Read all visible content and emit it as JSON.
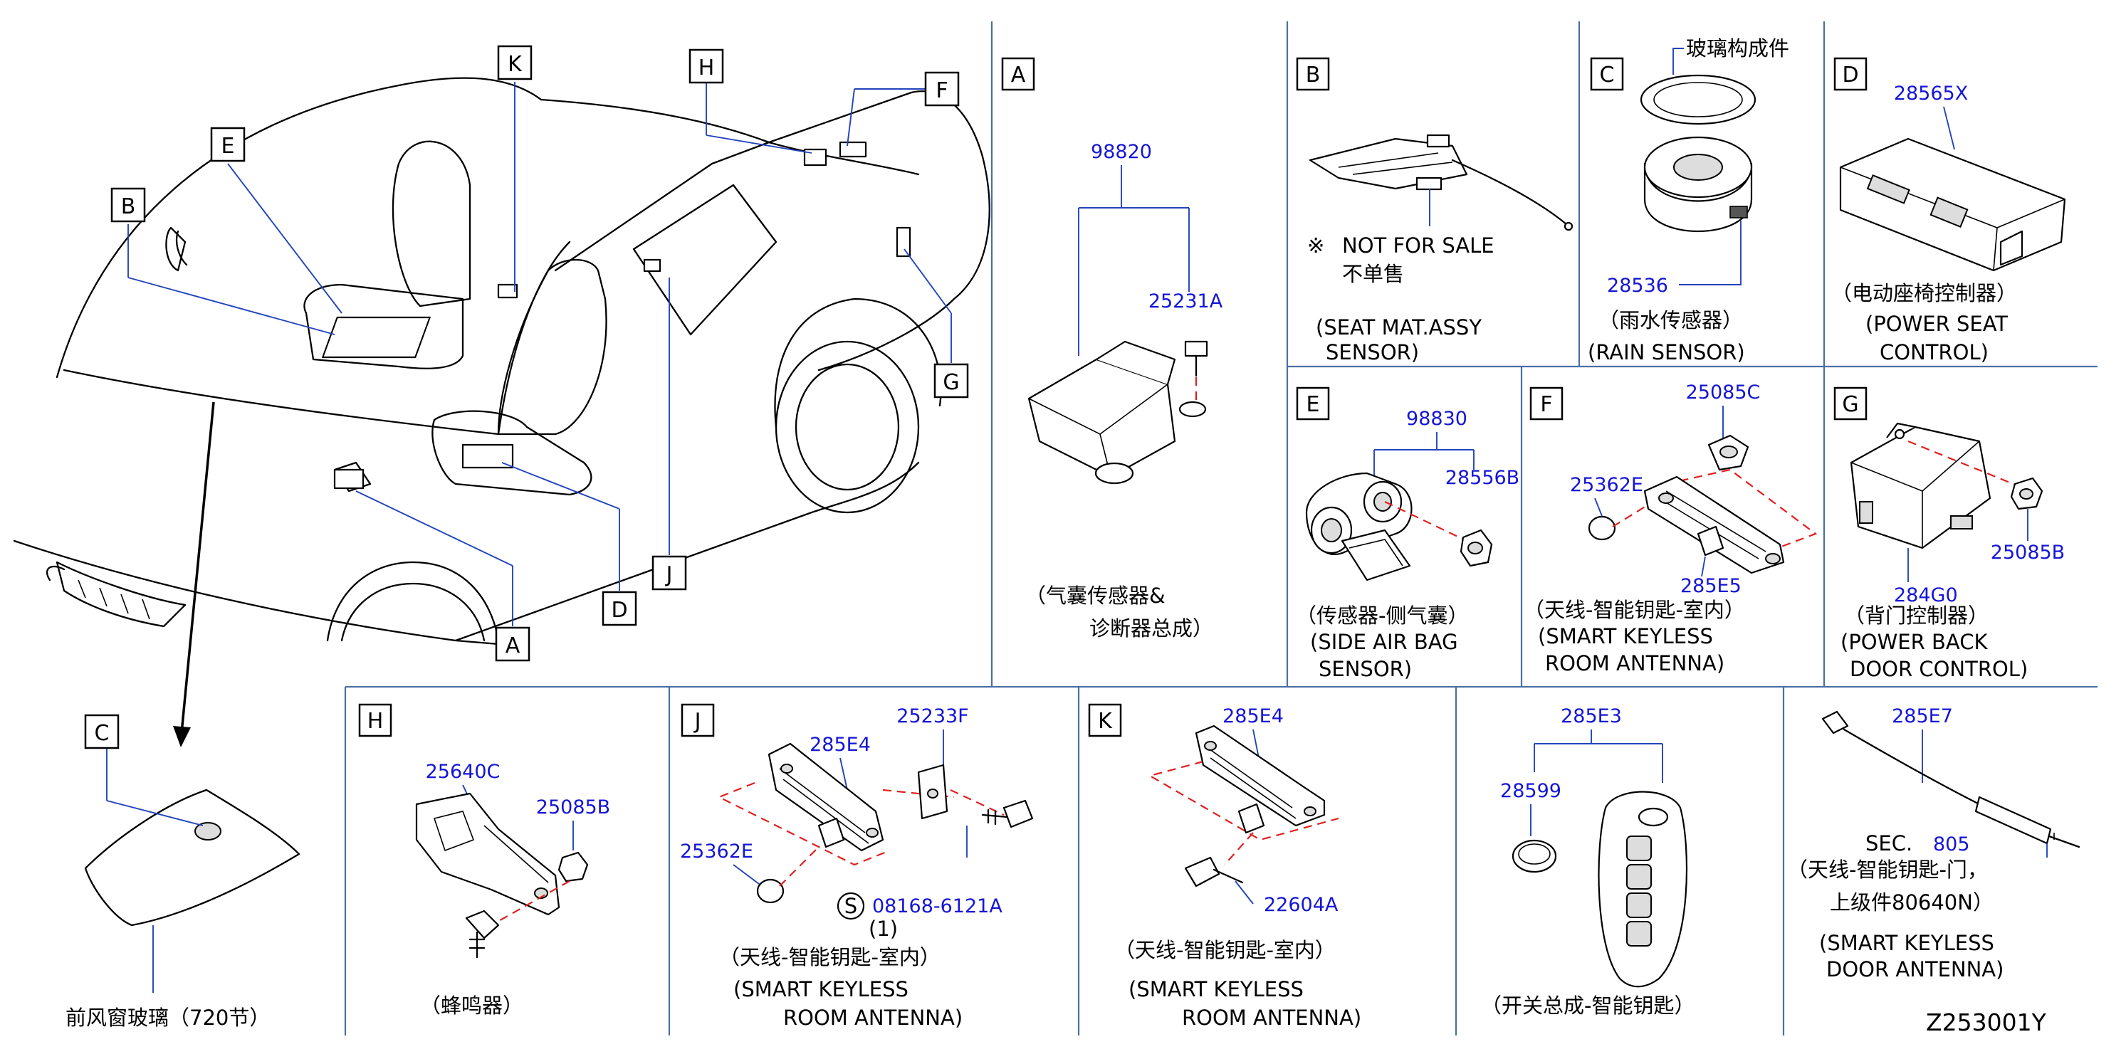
{
  "overview": {
    "callouts": [
      "K",
      "H",
      "F",
      "E",
      "B",
      "G",
      "J",
      "A",
      "D"
    ],
    "windshield_callout": "C",
    "windshield_caption": "前风窗玻璃（720节）"
  },
  "panels": {
    "A": {
      "letter": "A",
      "pn_assy": "98820",
      "pn_bolt": "25231A",
      "cap_cn1": "（气囊传感器&",
      "cap_cn2": "诊断器总成）"
    },
    "B": {
      "letter": "B",
      "note_symbol": "※",
      "note_en": "NOT  FOR  SALE",
      "note_cn": "不单售",
      "cap_en1": "(SEAT  MAT.ASSY",
      "cap_en2": "SENSOR)"
    },
    "C": {
      "letter": "C",
      "glass_label": "玻璃构成件",
      "pn": "28536",
      "cap_cn": "（雨水传感器）",
      "cap_en": "(RAIN  SENSOR)"
    },
    "D": {
      "letter": "D",
      "pn": "28565X",
      "cap_cn": "（电动座椅控制器）",
      "cap_en1": "(POWER  SEAT",
      "cap_en2": "CONTROL)"
    },
    "E": {
      "letter": "E",
      "pn_assy": "98830",
      "pn_nut": "28556B",
      "cap_cn": "（传感器-侧气囊）",
      "cap_en1": "(SIDE  AIR  BAG",
      "cap_en2": "SENSOR)"
    },
    "F": {
      "letter": "F",
      "pn_clip": "25085C",
      "pn_grommet": "25362E",
      "pn_antenna": "285E5",
      "cap_cn": "（天线-智能钥匙-室内）",
      "cap_en1": "(SMART  KEYLESS",
      "cap_en2": "ROOM  ANTENNA)"
    },
    "G": {
      "letter": "G",
      "pn_unit": "284G0",
      "pn_nut": "25085B",
      "cap_cn": "（背门控制器）",
      "cap_en1": "(POWER  BACK",
      "cap_en2": "DOOR  CONTROL)"
    },
    "H": {
      "letter": "H",
      "pn_bracket": "25640C",
      "pn_nut": "25085B",
      "cap_cn": "（蜂鸣器）"
    },
    "J": {
      "letter": "J",
      "pn_antenna": "285E4",
      "pn_bracket": "25233F",
      "pn_grommet": "25362E",
      "s_symbol": "S",
      "pn_bolt": "08168-6121A",
      "qty": "(1)",
      "cap_cn": "（天线-智能钥匙-室内）",
      "cap_en1": "(SMART  KEYLESS",
      "cap_en2": "ROOM  ANTENNA)"
    },
    "K": {
      "letter": "K",
      "pn_antenna": "285E4",
      "pn_screw": "22604A",
      "cap_cn": "（天线-智能钥匙-室内）",
      "cap_en1": "(SMART  KEYLESS",
      "cap_en2": "ROOM  ANTENNA)"
    },
    "key": {
      "pn_assy": "285E3",
      "pn_battery": "28599",
      "cap_cn": "（开关总成-智能钥匙）"
    },
    "door_antenna": {
      "pn": "285E7",
      "sec_label": "SEC.",
      "sec_num": "805",
      "cap_cn1": "（天线-智能钥匙-门，",
      "cap_cn2": "上级件80640N）",
      "cap_en1": "(SMART  KEYLESS",
      "cap_en2": "DOOR  ANTENNA)"
    }
  },
  "diagram_id": "Z253001Y"
}
